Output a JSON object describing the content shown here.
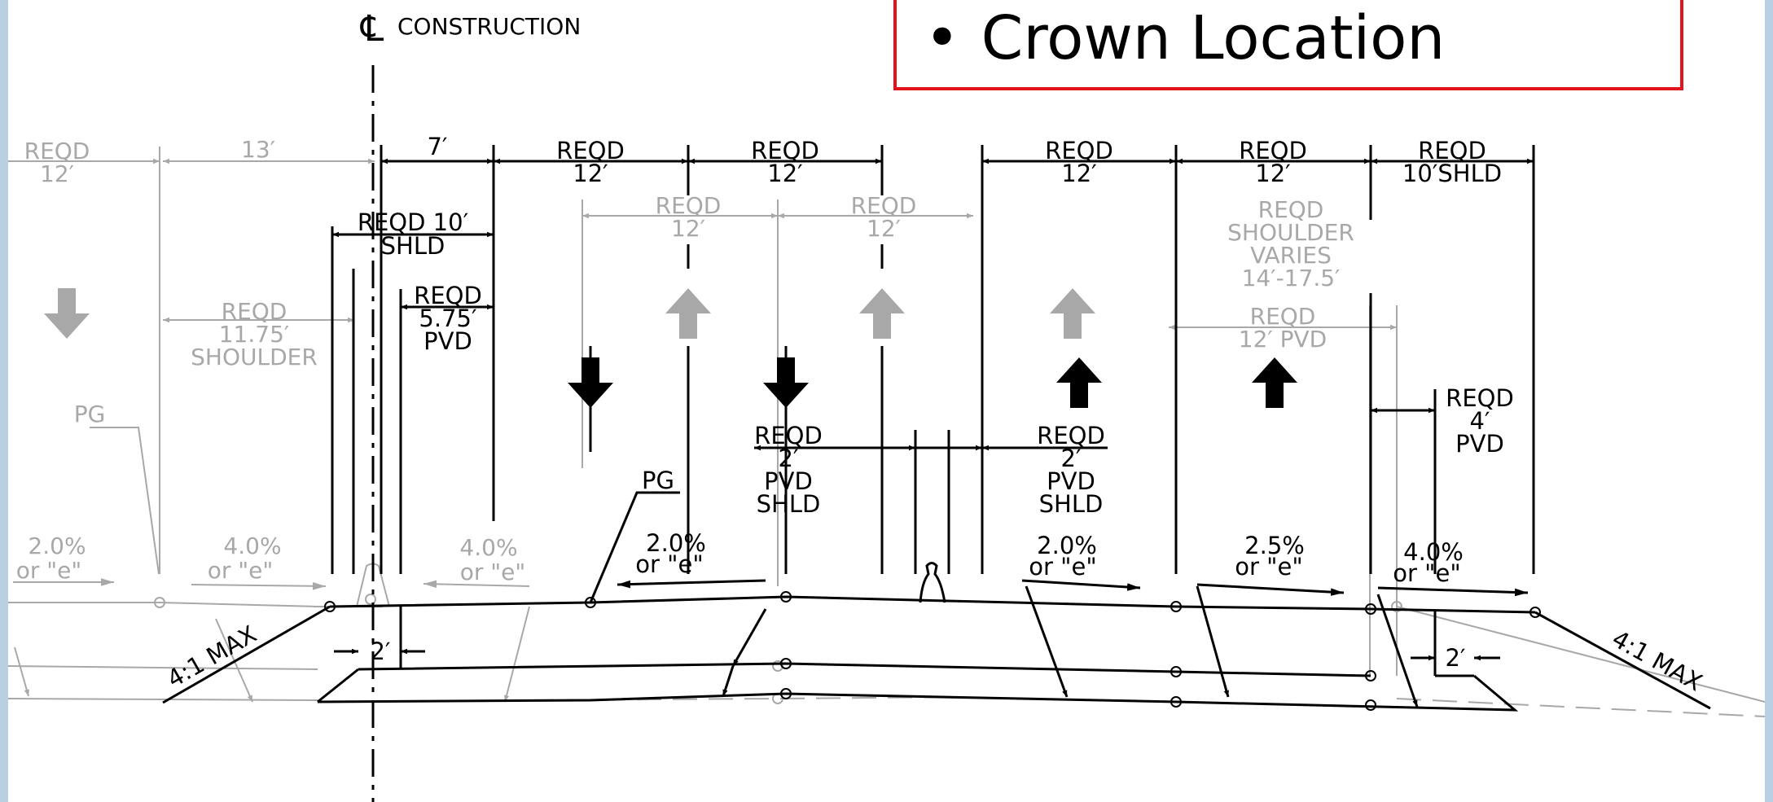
{
  "callout": {
    "bullet": "•",
    "text": "Crown Location"
  },
  "centerline": {
    "label": "CONSTRUCTION"
  },
  "colors": {
    "active": "#000000",
    "faded": "#a8a8a8",
    "callout_border": "#e2141c",
    "frame": "#b9cfe2"
  },
  "labels": {
    "f_reqd12_left": [
      "REQD",
      "12′"
    ],
    "f_13": [
      "13′"
    ],
    "f_shoulder1175": [
      "REQD",
      "11.75′",
      "SHOULDER"
    ],
    "f_pg_left": [
      "PG"
    ],
    "f_20e_left": [
      "2.0%",
      "or \"e\""
    ],
    "f_40e_a": [
      "4.0%",
      "or \"e\""
    ],
    "f_40e_b": [
      "4.0%",
      "or \"e\""
    ],
    "f_reqd12_mid1": [
      "REQD",
      "12′"
    ],
    "f_reqd12_mid2": [
      "REQD",
      "12′"
    ],
    "f_shoulder_varies": [
      "REQD",
      "SHOULDER",
      "VARIES",
      "14′-17.5′"
    ],
    "f_12pvd": [
      "REQD",
      "12′ PVD"
    ],
    "b_7": [
      "7′"
    ],
    "b_reqd10shld": [
      "REQD 10′",
      "SHLD"
    ],
    "b_reqd575": [
      "REQD",
      "5.75′",
      "PVD"
    ],
    "b_reqd12_a": [
      "REQD",
      "12′"
    ],
    "b_reqd12_b": [
      "REQD",
      "12′"
    ],
    "b_reqd12_c": [
      "REQD",
      "12′"
    ],
    "b_reqd12_d": [
      "REQD",
      "12′"
    ],
    "b_reqd10shld_r": [
      "REQD",
      "10′SHLD"
    ],
    "b_reqd2pvd_l": [
      "REQD",
      "2′",
      "PVD",
      "SHLD"
    ],
    "b_reqd2pvd_r": [
      "REQD",
      "2′",
      "PVD",
      "SHLD"
    ],
    "b_reqd4pvd": [
      "REQD",
      "4′",
      "PVD"
    ],
    "b_pg": [
      "PG"
    ],
    "b_20e_a": [
      "2.0%",
      "or \"e\""
    ],
    "b_20e_b": [
      "2.0%",
      "or \"e\""
    ],
    "b_25e": [
      "2.5%",
      "or \"e\""
    ],
    "b_40e": [
      "4.0%",
      "or \"e\""
    ],
    "b_2ft_l": [
      "2′"
    ],
    "b_2ft_r": [
      "2′"
    ],
    "b_41max_l": [
      "4:1 MAX"
    ],
    "b_41max_r": [
      "4:1 MAX"
    ]
  },
  "flow_arrows": [
    {
      "name": "flow-arrow-left-outer",
      "direction": "down",
      "tone": "faded"
    },
    {
      "name": "flow-arrow-lane-1",
      "direction": "down",
      "tone": "active"
    },
    {
      "name": "flow-arrow-lane-2",
      "direction": "down",
      "tone": "active"
    },
    {
      "name": "flow-arrow-up-1",
      "direction": "up",
      "tone": "faded"
    },
    {
      "name": "flow-arrow-up-2",
      "direction": "up",
      "tone": "faded"
    },
    {
      "name": "flow-arrow-up-3",
      "direction": "up",
      "tone": "faded"
    },
    {
      "name": "flow-arrow-lane-3",
      "direction": "up",
      "tone": "active"
    },
    {
      "name": "flow-arrow-lane-4",
      "direction": "up",
      "tone": "active"
    }
  ]
}
